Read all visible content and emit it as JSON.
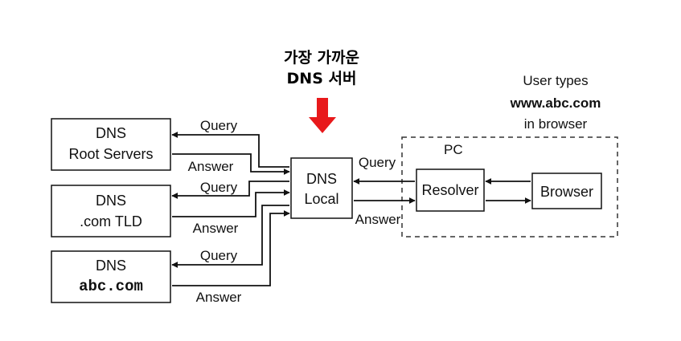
{
  "title": {
    "line1": "가장 가까운",
    "line2": "DNS 서버"
  },
  "nodes": {
    "root": {
      "line1": "DNS",
      "line2": "Root Servers"
    },
    "tld": {
      "line1": "DNS",
      "line2": ".com TLD"
    },
    "abc": {
      "line1": "DNS",
      "line2": "abc.com"
    },
    "local": {
      "line1": "DNS",
      "line2": "Local"
    },
    "resolver": "Resolver",
    "browser": "Browser",
    "pc": "PC"
  },
  "labels": {
    "query_root": "Query",
    "answer_root": "Answer",
    "query_tld": "Query",
    "answer_tld": "Answer",
    "query_abc": "Query",
    "answer_abc": "Answer",
    "query_local": "Query",
    "answer_local": "Answer"
  },
  "note": {
    "line1": "User types",
    "line2": "www.abc.com",
    "line3": "in browser"
  },
  "colors": {
    "highlight_arrow": "#e8191b",
    "stroke": "#111111"
  }
}
